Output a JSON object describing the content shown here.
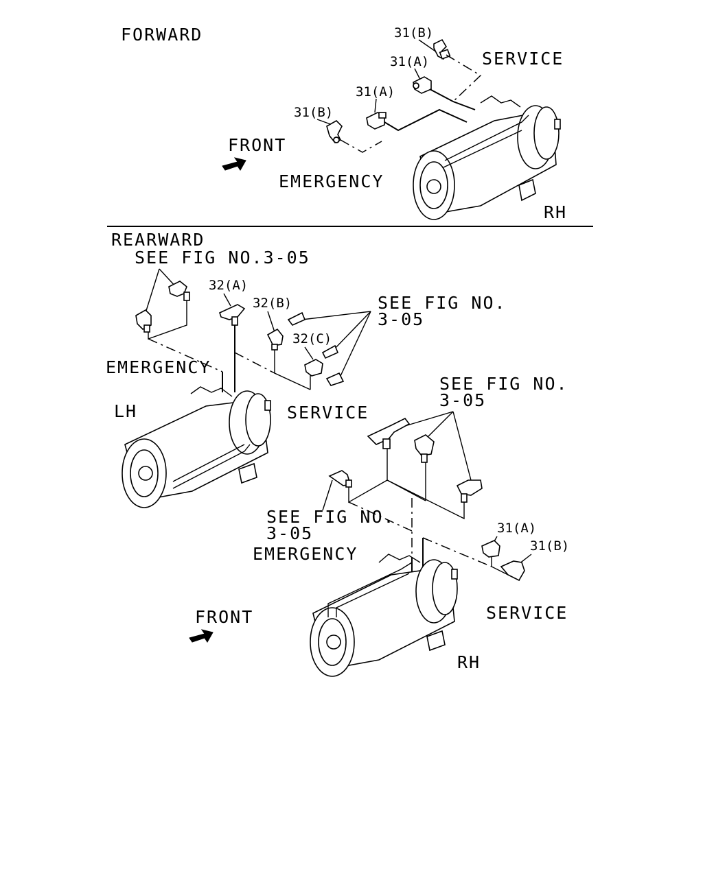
{
  "sections": {
    "forward": {
      "title": "FORWARD",
      "labels": {
        "part_31b_top": "31(B)",
        "part_31a_top": "31(A)",
        "part_31a_mid": "31(A)",
        "part_31b_left": "31(B)",
        "service": "SERVICE",
        "front": "FRONT",
        "emergency": "EMERGENCY",
        "rh": "RH"
      }
    },
    "rearward": {
      "title": "REARWARD",
      "labels": {
        "see_fig_1": "SEE FIG NO.3-05",
        "part_32a": "32(A)",
        "part_32b": "32(B)",
        "see_fig_2a": "SEE FIG NO.",
        "see_fig_2b": "3-05",
        "part_32c": "32(C)",
        "emergency_1": "EMERGENCY",
        "lh": "LH",
        "service_1": "SERVICE",
        "see_fig_3a": "SEE FIG NO.",
        "see_fig_3b": "3-05",
        "see_fig_4a": "SEE FIG NO.",
        "see_fig_4b": "3-05",
        "emergency_2": "EMERGENCY",
        "part_31a": "31(A)",
        "part_31b": "31(B)",
        "front": "FRONT",
        "service_2": "SERVICE",
        "rh": "RH"
      }
    }
  },
  "icons": [
    "front-arrow-icon",
    "brake-chamber-icon",
    "tee-fitting-icon",
    "elbow-fitting-icon",
    "straight-connector-icon"
  ]
}
